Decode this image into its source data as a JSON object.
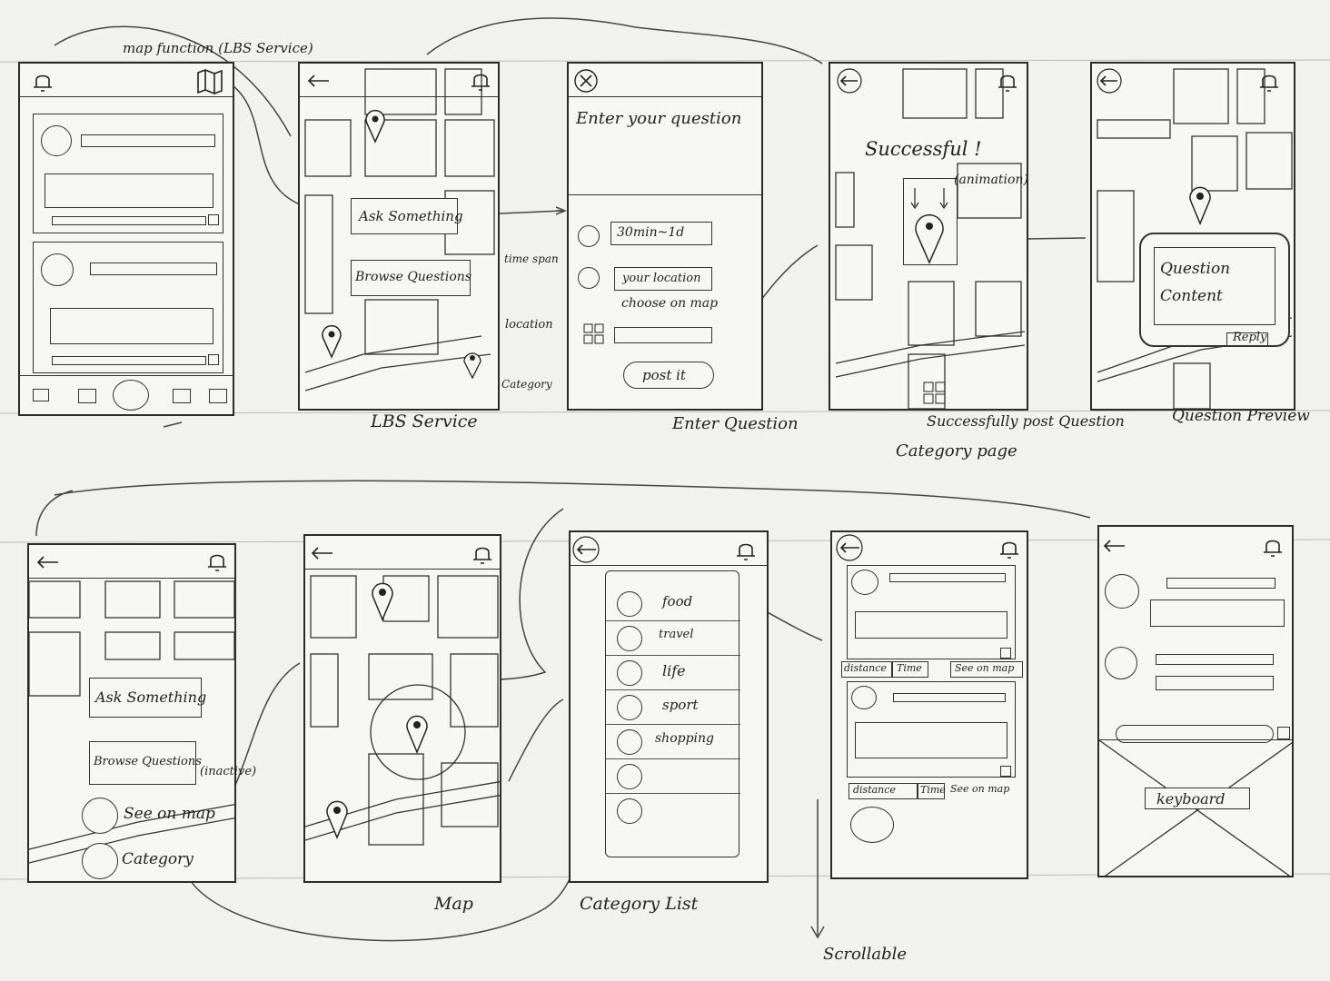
{
  "annotations": {
    "map_function": "map function (LBS Service)",
    "time_span": "time span",
    "location": "location",
    "category": "Category",
    "animation": "(animation)",
    "inactive": "(inactive)",
    "scrollable": "Scrollable"
  },
  "captions": {
    "lbs_service": "LBS Service",
    "enter_question": "Enter Question",
    "success_line1": "Successfully post Question",
    "success_line2": "Category page",
    "question_preview": "Question Preview",
    "map": "Map",
    "category_list": "Category List"
  },
  "screens": {
    "lbs": {
      "ask": "Ask Something",
      "browse": "Browse Questions"
    },
    "enter": {
      "title": "Enter your question",
      "time": "30min~1d",
      "location": "your location",
      "choose": "choose on map",
      "post": "post it"
    },
    "success": {
      "title": "Successful !"
    },
    "preview": {
      "content": "Question Content",
      "reply": "Reply"
    },
    "home2": {
      "ask": "Ask Something",
      "browse": "Browse Questions",
      "see_map": "See on map",
      "category": "Category"
    },
    "catlist": {
      "items": [
        "food",
        "travel",
        "life",
        "sport",
        "shopping"
      ]
    },
    "feed": {
      "distance": "distance",
      "time": "Time",
      "see_map": "See on map"
    },
    "reply": {
      "keyboard": "keyboard"
    }
  }
}
